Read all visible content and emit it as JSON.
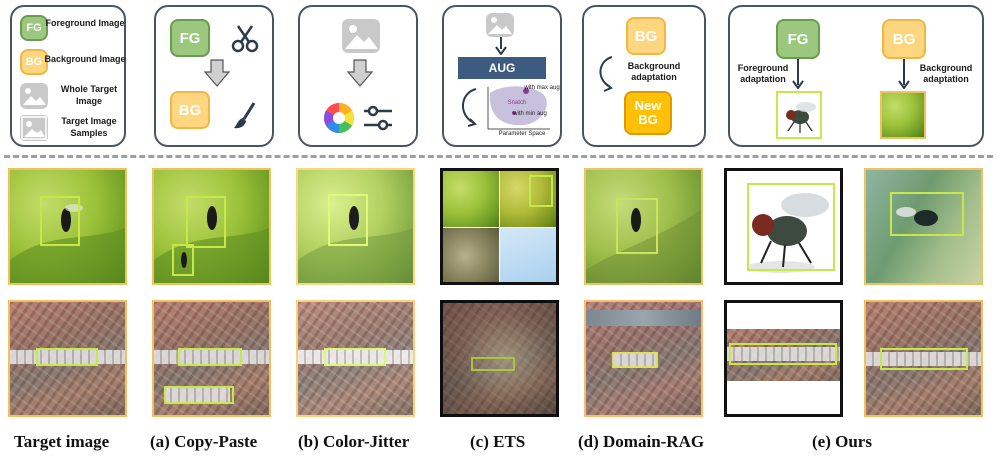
{
  "panels": {
    "legend": {
      "fg_tile": "FG",
      "bg_tile": "BG",
      "items": [
        "Foreground Image",
        "Background Image",
        "Whole Target Image",
        "Target Image Samples"
      ]
    },
    "copy_paste": {
      "fg_tile": "FG",
      "bg_tile": "BG"
    },
    "ets": {
      "aug_label": "AUG",
      "plot_label_top": "with max aug",
      "plot_label_snatch": "Snatch",
      "plot_label_min": "with min aug",
      "plot_axis": "Parameter Space"
    },
    "domain_rag": {
      "bg_tile": "BG",
      "adapt_label": "Background adaptation",
      "new_bg_line1": "New",
      "new_bg_line2": "BG"
    },
    "ours": {
      "fg_tile": "FG",
      "bg_tile": "BG",
      "fg_adapt_label": "Foreground adaptation",
      "bg_adapt_label": "Background adaptation"
    }
  },
  "captions": [
    "Target image",
    "(a) Copy-Paste",
    "(b) Color-Jitter",
    "(c) ETS",
    "(d) Domain-RAG",
    "(e) Ours"
  ],
  "colors": {
    "fg_green": "#9bc77e",
    "bg_yellow": "#ffd680",
    "box_green": "#c7e84b",
    "frame_yellow": "#f2c060",
    "aug_bar": "#3d5a80"
  }
}
